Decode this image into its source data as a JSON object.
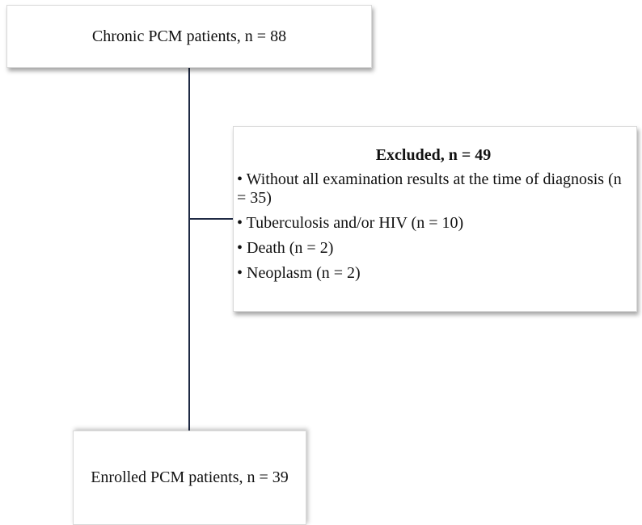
{
  "diagram": {
    "start_box": {
      "text": "Chronic PCM patients, n = 88"
    },
    "excluded_box": {
      "title": "Excluded, n = 49",
      "items": [
        "• Without all examination results at the time of diagnosis (n = 35)",
        "• Tuberculosis and/or HIV (n = 10)",
        "• Death (n = 2)",
        "• Neoplasm (n = 2)"
      ]
    },
    "end_box": {
      "text": "Enrolled PCM patients, n = 39"
    },
    "colors": {
      "connector": "#1f2a44",
      "box_border": "#d9d9d9",
      "text": "#111111"
    }
  }
}
